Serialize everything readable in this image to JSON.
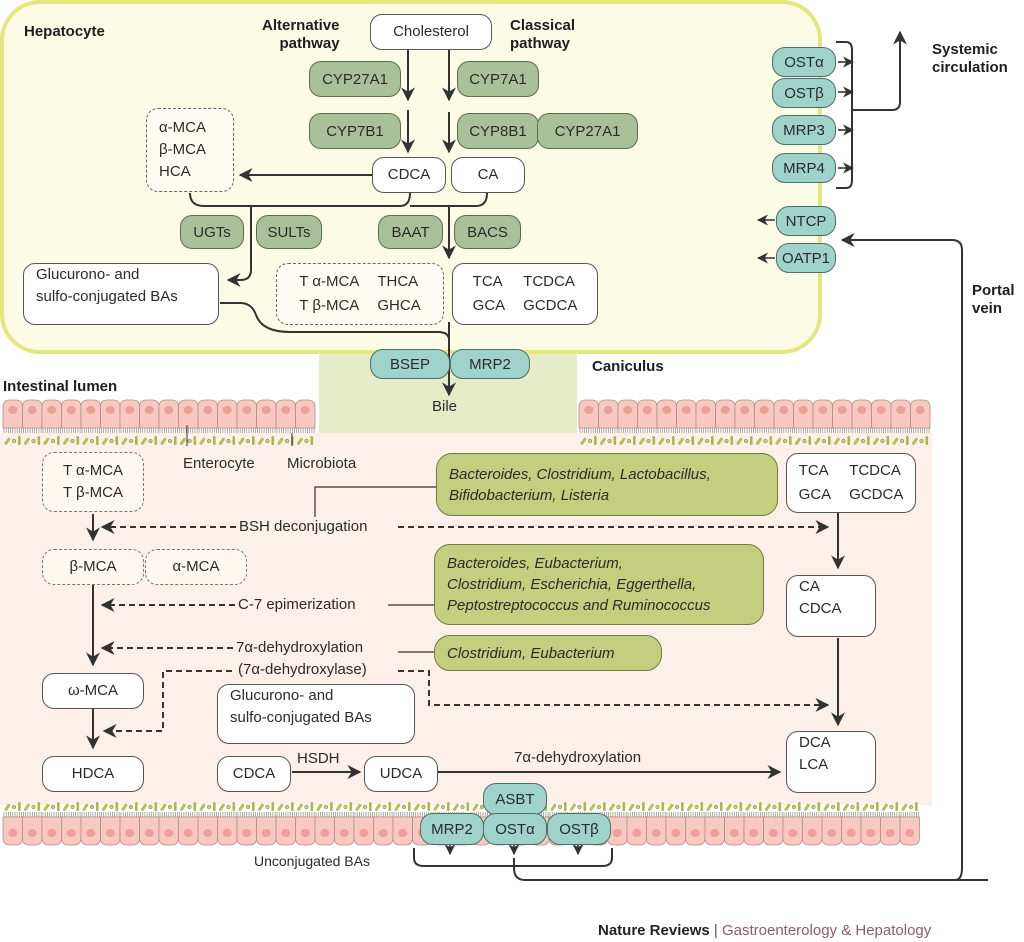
{
  "hepatocyte": {
    "title": "Hepatocyte",
    "alternative_label": [
      "Alternative",
      "pathway"
    ],
    "classical_label": [
      "Classical",
      "pathway"
    ],
    "cholesterol": "Cholesterol",
    "enzymes_alt": [
      "CYP27A1",
      "CYP7B1"
    ],
    "enzymes_classical": [
      "CYP7A1",
      "CYP8B1",
      "CYP27A1"
    ],
    "cdca": "CDCA",
    "ca": "CA",
    "mca_box": [
      "α-MCA",
      "β-MCA",
      "HCA"
    ],
    "conj_enzymes": [
      "UGTs",
      "SULTs",
      "BAAT",
      "BACS"
    ],
    "glucurono_box": [
      "Glucurono- and",
      "sulfo-conjugated BAs"
    ],
    "tauro_mca_box": [
      "T α-MCA",
      "THCA",
      "T β-MCA",
      "GHCA"
    ],
    "conj_box": [
      "TCA",
      "TCDCA",
      "GCA",
      "GCDCA"
    ]
  },
  "basolateral": {
    "efflux": [
      "OSTα",
      "OSTβ",
      "MRP3",
      "MRP4"
    ],
    "uptake": [
      "NTCP",
      "OATP1"
    ],
    "systemic_label": [
      "Systemic",
      "circulation"
    ],
    "portal_label": [
      "Portal",
      "vein"
    ]
  },
  "canalicular": {
    "transporters": [
      "BSEP",
      "MRP2"
    ],
    "bile": "Bile",
    "caniculus": "Caniculus"
  },
  "intestine": {
    "lumen_label": "Intestinal lumen",
    "enterocyte_label": "Enterocyte",
    "microbiota_label": "Microbiota",
    "tmca_box": [
      "T α-MCA",
      "T β-MCA"
    ],
    "bmca": "β-MCA",
    "amca": "α-MCA",
    "omca": "ω-MCA",
    "hdca": "HDCA",
    "cdca": "CDCA",
    "hsdh": "HSDH",
    "udca": "UDCA",
    "glucurono_box": [
      "Glucurono- and",
      "sulfo-conjugated BAs"
    ],
    "conj_box": [
      "TCA",
      "TCDCA",
      "GCA",
      "GCDCA"
    ],
    "ca_cdca_box": [
      "CA",
      "CDCA"
    ],
    "dca_lca_box": [
      "DCA",
      "LCA"
    ],
    "bsh_label": "BSH deconjugation",
    "c7_label": "C-7 epimerization",
    "dehydrox_label": "7α-dehydroxylation",
    "dehydroxylase_label": "(7α-dehydroxylase)",
    "dehydrox_label2": "7α-dehydroxylation",
    "bacteria_bsh": [
      "Bacteroides, Clostridium, Lactobacillus,",
      "Bifidobacterium, Listeria"
    ],
    "bacteria_c7": [
      "Bacteroides, Eubacterium,",
      "Clostridium, Escherichia, Eggerthella,",
      "Peptostreptococcus and Ruminococcus"
    ],
    "bacteria_dehydrox": [
      "Clostridium, Eubacterium"
    ],
    "transporters": [
      "ASBT",
      "MRP2",
      "OSTα",
      "OSTβ"
    ],
    "unconjugated_label": "Unconjugated BAs"
  },
  "credit": {
    "journal": "Nature Reviews",
    "separator": "|",
    "subjournal": "Gastroenterology & Hepatology"
  },
  "colors": {
    "hepatocyte_fill": "#fbfbe6",
    "hepatocyte_border": "#e3e77e",
    "enzyme_green": "#a9c19a",
    "transporter_teal": "#9fd3c9",
    "bacteria_olive": "#c3cf7e",
    "lumen_pink": "#fdefea",
    "canal_green": "#e6ebc8",
    "credit_mauve": "#8e5a6c"
  }
}
